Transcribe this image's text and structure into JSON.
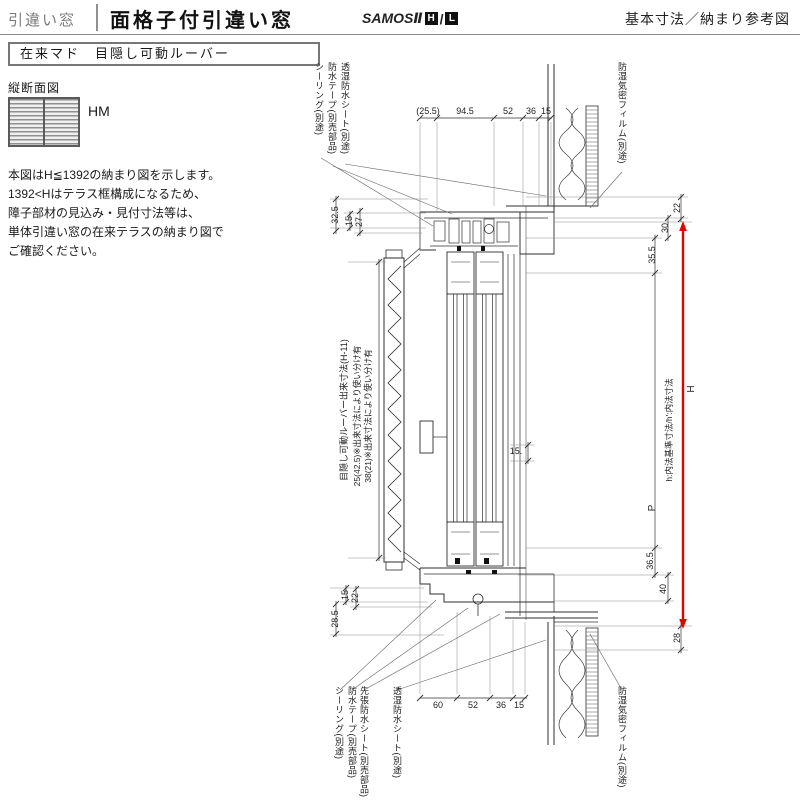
{
  "header": {
    "category": "引違い窓",
    "title": "面格子付引違い窓",
    "series": "SAMOSⅡ",
    "series_h": "H",
    "series_slash": "/",
    "series_l": "L",
    "doc_type": "基本寸法／納まり参考図"
  },
  "subtitle": "在来マド　目隠し可動ルーバー",
  "left_panel": {
    "section_label": "縦断面図",
    "icon_label": "HM",
    "note_line1": "本図はH≦1392の納まり図を示します。",
    "note_line2": "1392<Hはテラス框構成になるため、",
    "note_line3": "障子部材の見込み・見付寸法等は、",
    "note_line4": "単体引違い窓の在来テラスの納まり図で",
    "note_line5": "ご確認ください。"
  },
  "callouts": {
    "sealing_top": "シーリング(別途)",
    "tape_top": "防水テープ(別売部品)",
    "sheet_top": "透湿防水シート(別途)",
    "film_top": "防湿気密フィルム(別途)",
    "louver_dim": "目隠し可動ルーバー出来寸法(H-11)",
    "usage_note_a": "25(42.5)※出来寸法により使い分け有",
    "usage_note_b": "38(21)※出来寸法により使い分け有",
    "inner_note": "h:内法基準寸法/h':内法寸法",
    "sealing_bottom": "シーリング(別途)",
    "tape_bottom": "防水テープ(別売部品)",
    "first_sheet_bottom": "先張防水シート(別売部品)",
    "sheet_bottom": "透湿防水シート(別途)",
    "film_bottom": "防湿気密フィルム(別途)"
  },
  "dims": {
    "top": [
      "(25.5)",
      "94.5",
      "52",
      "36",
      "15"
    ],
    "bottom": [
      "60",
      "52",
      "36",
      "15"
    ],
    "left_top": [
      "32.5",
      "15",
      "27"
    ],
    "left_bottom": [
      "15",
      "22",
      "28.5"
    ],
    "right_top": [
      "22",
      "30",
      "35.5"
    ],
    "right_middle": [
      "H",
      "P"
    ],
    "right_bottom": [
      "36.5",
      "40",
      "28"
    ],
    "gap": "15."
  },
  "colors": {
    "line": "#2f2f2f",
    "accent_red": "#e60000"
  }
}
